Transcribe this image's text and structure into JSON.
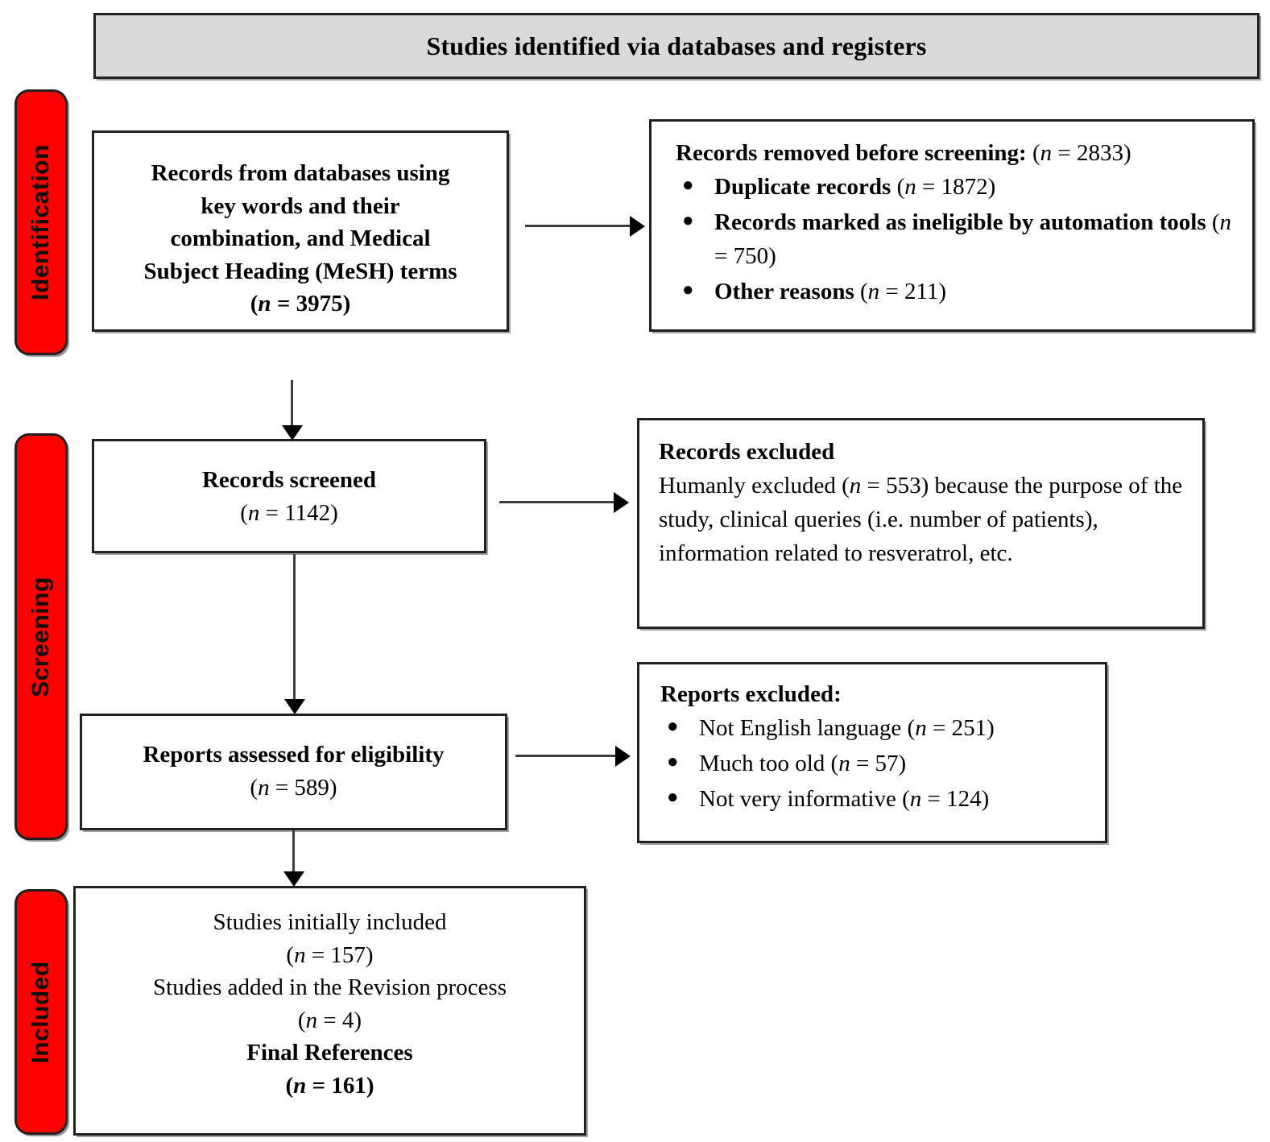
{
  "diagram": {
    "title": "Studies identified via databases and registers",
    "accent_color": "#ff0000",
    "header_fill": "#d9d9d9",
    "border_color": "#231f20"
  },
  "stages": [
    {
      "id": "identification",
      "label": "Identification"
    },
    {
      "id": "screening",
      "label": "Screening"
    },
    {
      "id": "included",
      "label": "Included"
    }
  ],
  "boxes": {
    "records_from_databases": {
      "lines": [
        "Records from databases using",
        "key words and their",
        "combination, and Medical",
        "Subject Heading (MeSH) terms"
      ],
      "count_prefix": "(",
      "count_n": "n",
      "count_eq": " = 3975)"
    },
    "records_removed": {
      "title": "Records removed before screening:",
      "title_n": "n",
      "title_count": " = 2833)",
      "title_open": "(",
      "items": [
        {
          "label": "Duplicate records",
          "open": "(",
          "n": "n",
          "count": " = 1872)"
        },
        {
          "label": "Records marked as ineligible by automation tools",
          "open": "(",
          "n": "n",
          "count": " = 750)"
        },
        {
          "label": "Other reasons",
          "open": "(",
          "n": "n",
          "count": " = 211)"
        }
      ]
    },
    "records_screened": {
      "title": "Records screened",
      "open": "(",
      "n": "n",
      "count": " = 1142)"
    },
    "records_excluded": {
      "title": "Records excluded",
      "body_1": "Humanly excluded (",
      "body_n": "n",
      "body_2": " = 553) because the purpose of the study, clinical queries (i.e. number of patients), information related to resveratrol, etc."
    },
    "reports_assessed": {
      "title": "Reports assessed for eligibility",
      "open": "(",
      "n": "n",
      "count": " = 589)"
    },
    "reports_excluded": {
      "title": "Reports excluded:",
      "items": [
        {
          "label": "Not English language",
          "open": "(",
          "n": "n",
          "count": " = 251)"
        },
        {
          "label": "Much too old",
          "open": "(",
          "n": "n",
          "count": " = 57)"
        },
        {
          "label": "Not very informative",
          "open": "(",
          "n": "n",
          "count": " = 124)"
        }
      ]
    },
    "studies_included": {
      "line_1": "Studies initially included",
      "line_1_open": "(",
      "line_1_n": "n",
      "line_1_count": " = 157)",
      "line_2": "Studies added in the Revision process",
      "line_2_open": "(",
      "line_2_n": "n",
      "line_2_count": " = 4)",
      "line_3": "Final References",
      "line_3_open": "(",
      "line_3_n": "n",
      "line_3_count": " = 161)"
    }
  }
}
